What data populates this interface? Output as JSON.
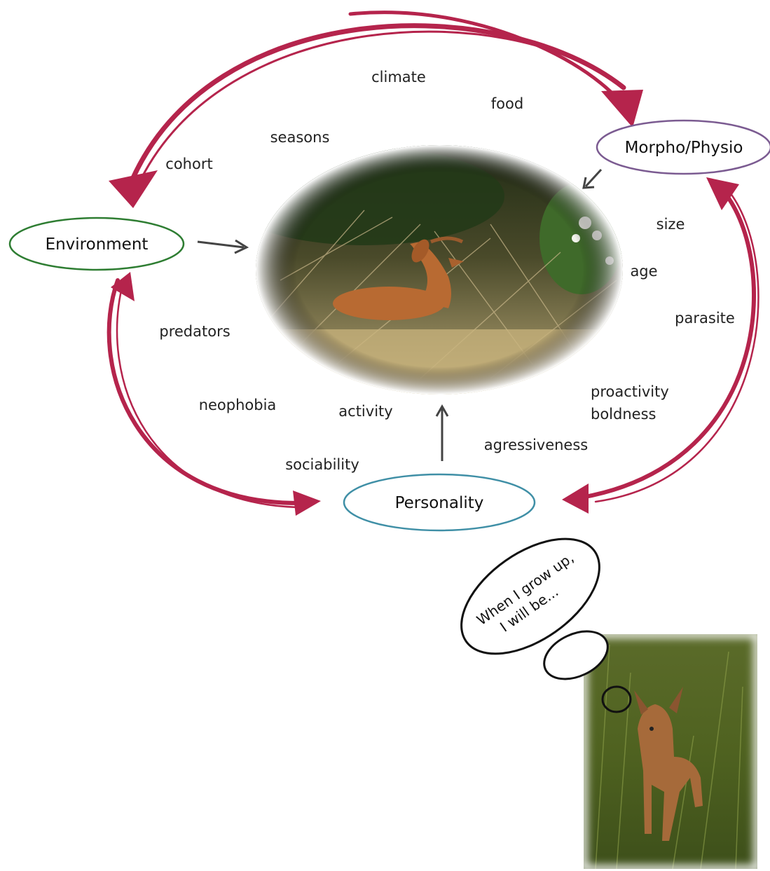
{
  "nodes": {
    "environment": "Environment",
    "morpho": "Morpho/Physio",
    "personality": "Personality"
  },
  "labels": {
    "climate": "climate",
    "food": "food",
    "seasons": "seasons",
    "cohort": "cohort",
    "size": "size",
    "age": "age",
    "parasite": "parasite",
    "predators": "predators",
    "neophobia": "neophobia",
    "activity": "activity",
    "sociability": "sociability",
    "proactivity": "proactivity",
    "boldness": "boldness",
    "agressiveness": "agressiveness"
  },
  "thought": {
    "line1": "When I grow up,",
    "line2": "I will be..."
  },
  "colors": {
    "environment": "#2e7d32",
    "morpho": "#7b5b91",
    "personality": "#3f8fa6",
    "big_arrow": "#b5244c",
    "small_arrow": "#444444"
  }
}
